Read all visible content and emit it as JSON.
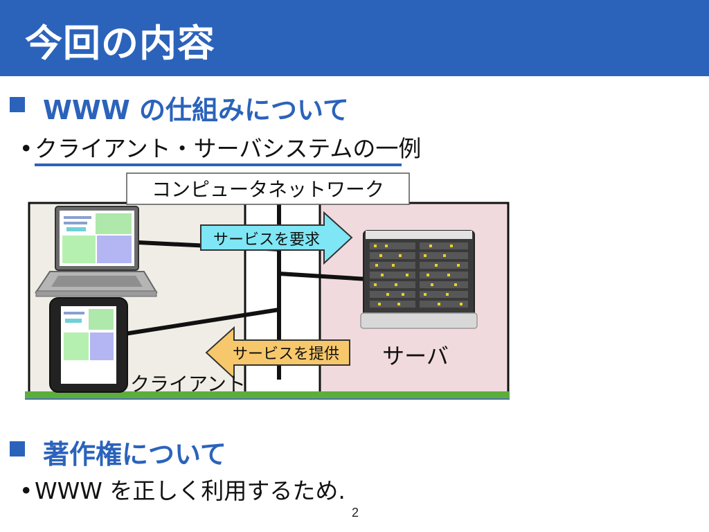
{
  "slide": {
    "title": "今回の内容",
    "page_number": "2"
  },
  "section1": {
    "heading": "WWW の仕組みについて",
    "bullet": "クライアント・サーバシステムの一例"
  },
  "diagram": {
    "network_label": "コンピュータネットワーク",
    "request_label": "サービスを要求",
    "provide_label": "サービスを提供",
    "server_label": "サーバ",
    "client_label": "クライアント"
  },
  "section2": {
    "heading": "著作権について",
    "bullet": "WWW を正しく利用するため."
  },
  "colors": {
    "accent": "#2b63bb",
    "request_arrow": "#7fe6f5",
    "provide_arrow": "#f7c86b",
    "client_bg": "#efedE6",
    "server_bg": "#f1dadd"
  }
}
